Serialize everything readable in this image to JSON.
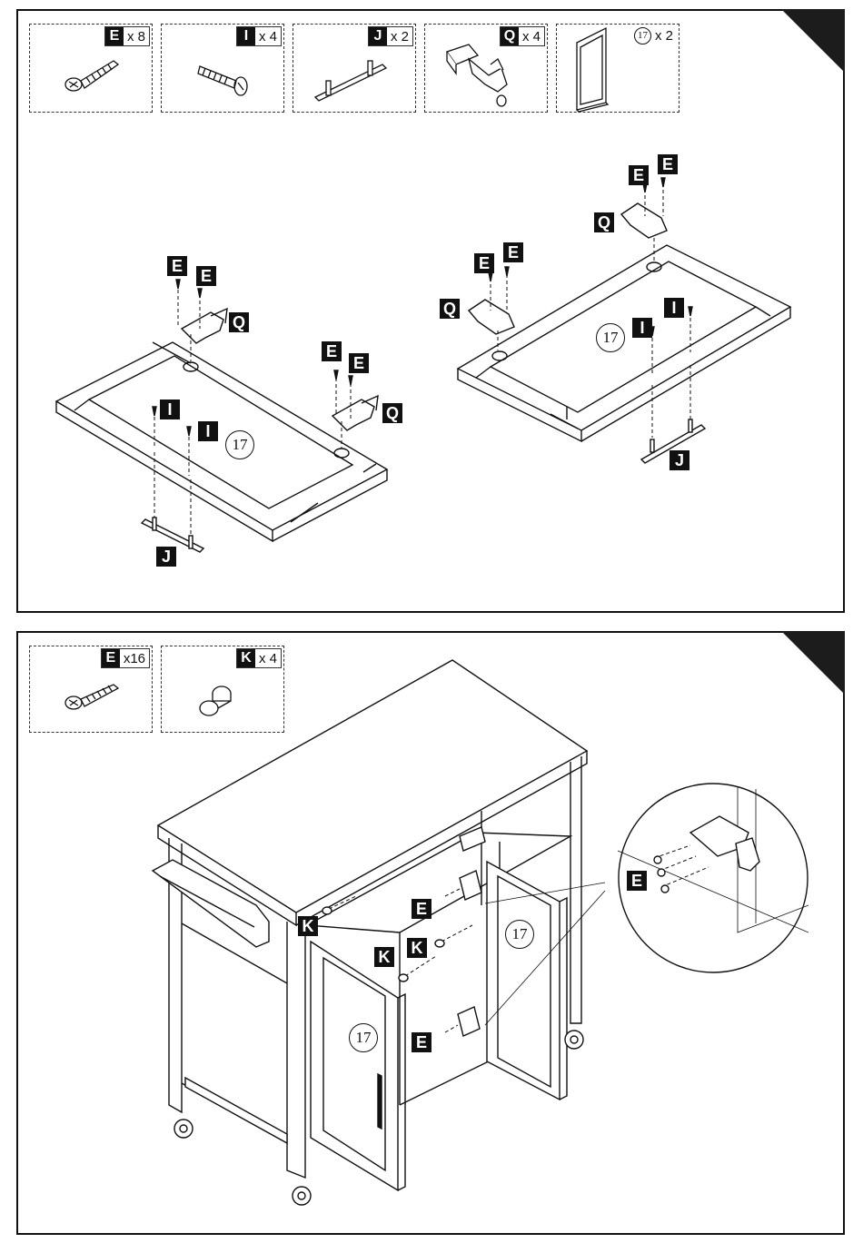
{
  "step1": {
    "parts": [
      {
        "letter": "E",
        "qty": "x 8",
        "icon": "wood-screw-icon"
      },
      {
        "letter": "I",
        "qty": "x 4",
        "icon": "machine-bolt-icon"
      },
      {
        "letter": "J",
        "qty": "x 2",
        "icon": "bar-handle-icon"
      },
      {
        "letter": "Q",
        "qty": "x 4",
        "icon": "cabinet-hinge-icon"
      },
      {
        "letter": "17",
        "qty": "x 2",
        "icon": "door-panel-icon"
      }
    ],
    "labels": {
      "E": "E",
      "I": "I",
      "J": "J",
      "Q": "Q",
      "door": "17"
    }
  },
  "step2": {
    "parts": [
      {
        "letter": "E",
        "qty": "x16",
        "icon": "wood-screw-icon"
      },
      {
        "letter": "K",
        "qty": "x 4",
        "icon": "door-bumper-icon"
      }
    ],
    "labels": {
      "E": "E",
      "K": "K",
      "door": "17"
    }
  }
}
